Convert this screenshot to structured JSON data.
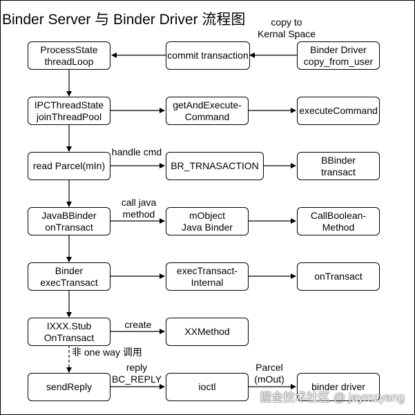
{
  "title": "Binder Server 与 Binder Driver 流程图",
  "nodes": {
    "process_state": "ProcessState\nthreadLoop",
    "commit_transaction": "commit transaction",
    "binder_driver_copy": "Binder Driver\ncopy_from_user",
    "ipc_thread_state": "IPCThreadState\njoinThreadPool",
    "get_and_execute": "getAndExecute-\nCommand",
    "execute_command": "executeCommand",
    "read_parcel": "read Parcel(mIn)",
    "br_transaction": "BR_TRNASACTION",
    "bbinder_transact": "BBinder\ntransact",
    "java_bbinder": "JavaBBinder\nonTransact",
    "mobject": "mObject\nJava Binder",
    "call_boolean": "CallBoolean-\nMethod",
    "binder_exec": "Binder\nexecTransact",
    "exec_transact_internal": "execTransact-\nInternal",
    "on_transact": "onTransact",
    "ixxx_stub": "IXXX.Stub\nOnTransact",
    "xxmethod": "XXMethod",
    "send_reply": "sendReply",
    "ioctl": "ioctl",
    "binder_driver": "binder driver"
  },
  "edge_labels": {
    "copy_to": "copy to\nKernal Space",
    "handle_cmd": "handle cmd",
    "call_java": "call java\nmethod",
    "create": "create",
    "non_oneway": "非 one way 调用",
    "reply": "reply\nBC_REPLY",
    "parcel": "Parcel\n(mOut)"
  },
  "watermark": "掘金技术社区 @ jaymzyang"
}
